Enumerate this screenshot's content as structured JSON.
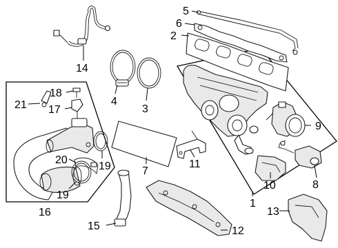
{
  "callouts": {
    "c1": "1",
    "c2": "2",
    "c3": "3",
    "c4": "4",
    "c5": "5",
    "c6": "6",
    "c7": "7",
    "c8": "8",
    "c9": "9",
    "c10": "10",
    "c11": "11",
    "c12": "12",
    "c13": "13",
    "c14": "14",
    "c15": "15",
    "c16": "16",
    "c17": "17",
    "c18": "18",
    "c19a": "19",
    "c19b": "19",
    "c20": "20",
    "c21": "21"
  },
  "colors": {
    "line": "#1a1a1a",
    "shade": "#e9e9e9",
    "background": "#ffffff"
  }
}
